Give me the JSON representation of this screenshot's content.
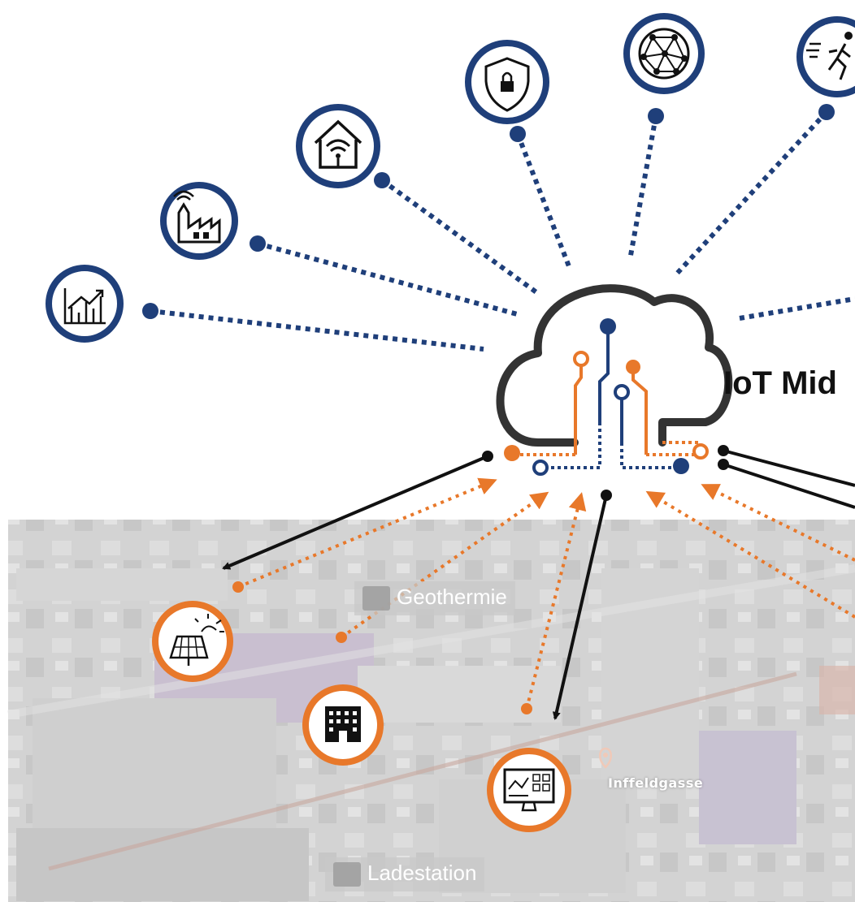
{
  "diagram": {
    "title": "IoT Mid",
    "colors": {
      "blue": "#1f3f7a",
      "orange": "#e8782a",
      "dark": "#333333",
      "black": "#111111",
      "map_base": "#bcbcbc"
    },
    "service_icons": [
      {
        "icon": "analytics-chart-icon"
      },
      {
        "icon": "smart-factory-icon"
      },
      {
        "icon": "smart-home-icon"
      },
      {
        "icon": "security-shield-icon"
      },
      {
        "icon": "network-globe-icon"
      },
      {
        "icon": "mobility-person-icon"
      }
    ],
    "device_icons": [
      {
        "icon": "solar-panel-icon"
      },
      {
        "icon": "building-icon"
      },
      {
        "icon": "monitor-dashboard-icon"
      }
    ],
    "map_labels": {
      "geothermie": "Geothermie",
      "ladestation": "Ladestation",
      "inffeldgasse": "Inffeldgasse"
    }
  }
}
